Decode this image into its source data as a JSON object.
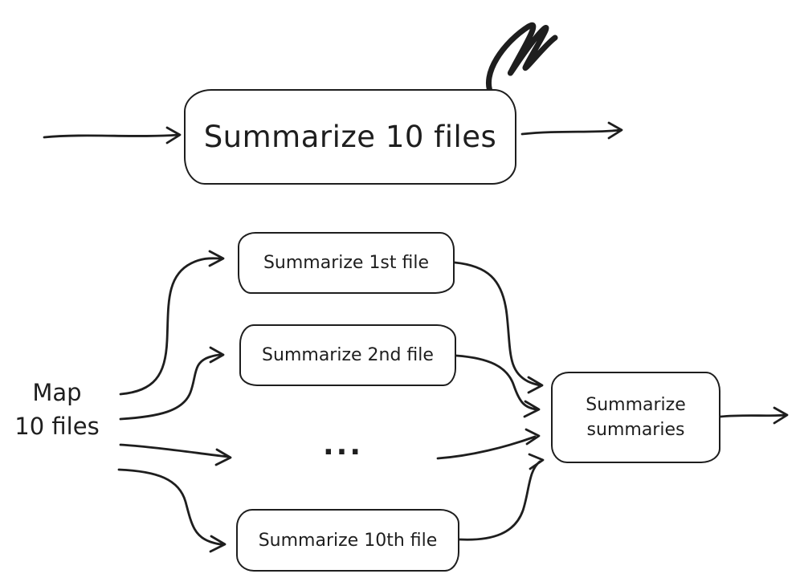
{
  "diagram": {
    "top_flow": {
      "node_label": "Summarize 10 files"
    },
    "map_flow": {
      "side_label": {
        "line1": "Map",
        "line2": "10 files"
      },
      "nodes": [
        {
          "label": "Summarize 1st file"
        },
        {
          "label": "Summarize 2nd file"
        },
        {
          "label": "Summarize 10th file"
        }
      ],
      "ellipsis": "...",
      "reduce_node": {
        "line1": "Summarize",
        "line2": "summaries"
      }
    },
    "colors": {
      "ink": "#1e1e1e",
      "background": "#ffffff"
    }
  }
}
